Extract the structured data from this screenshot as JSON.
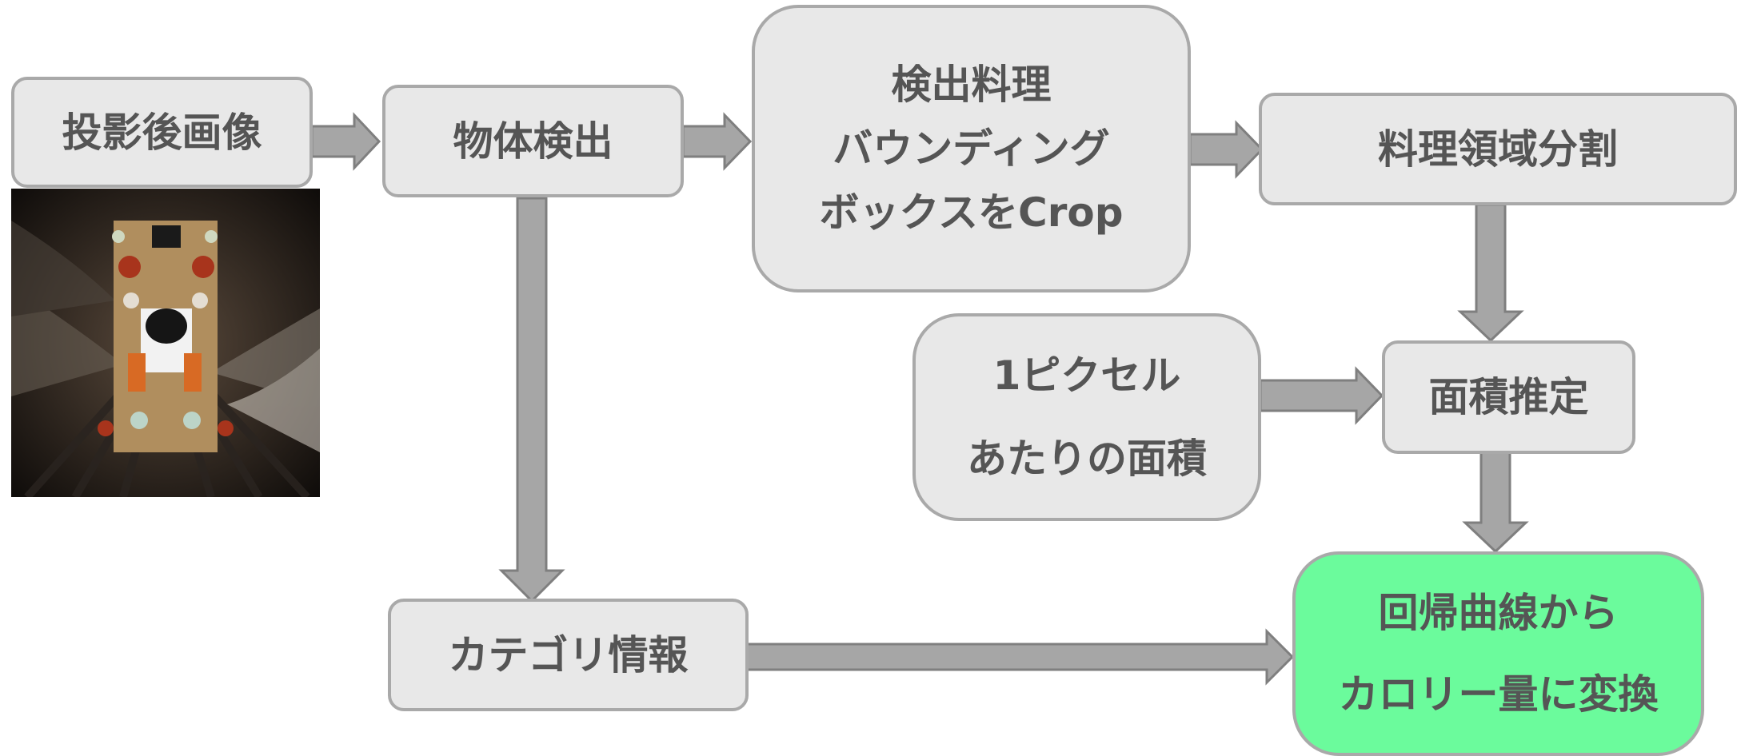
{
  "nodes": {
    "projected_image": "投影後画像",
    "object_detection": "物体検出",
    "crop": [
      "検出料理",
      "バウンディング",
      "ボックスをCrop"
    ],
    "segmentation": "料理領域分割",
    "pixel_area": [
      "1ピクセル",
      "あたりの面積"
    ],
    "area_estimation": "面積推定",
    "category_info": "カテゴリ情報",
    "calorie_conversion": [
      "回帰曲線から",
      "カロリー量に変換"
    ]
  },
  "colors": {
    "node_fill": "#e8e8e8",
    "node_border": "#a9a9a9",
    "text": "#555555",
    "arrow_fill": "#a6a6a6",
    "arrow_border": "#7f7f7f",
    "highlight_fill": "#6bfb9c"
  }
}
